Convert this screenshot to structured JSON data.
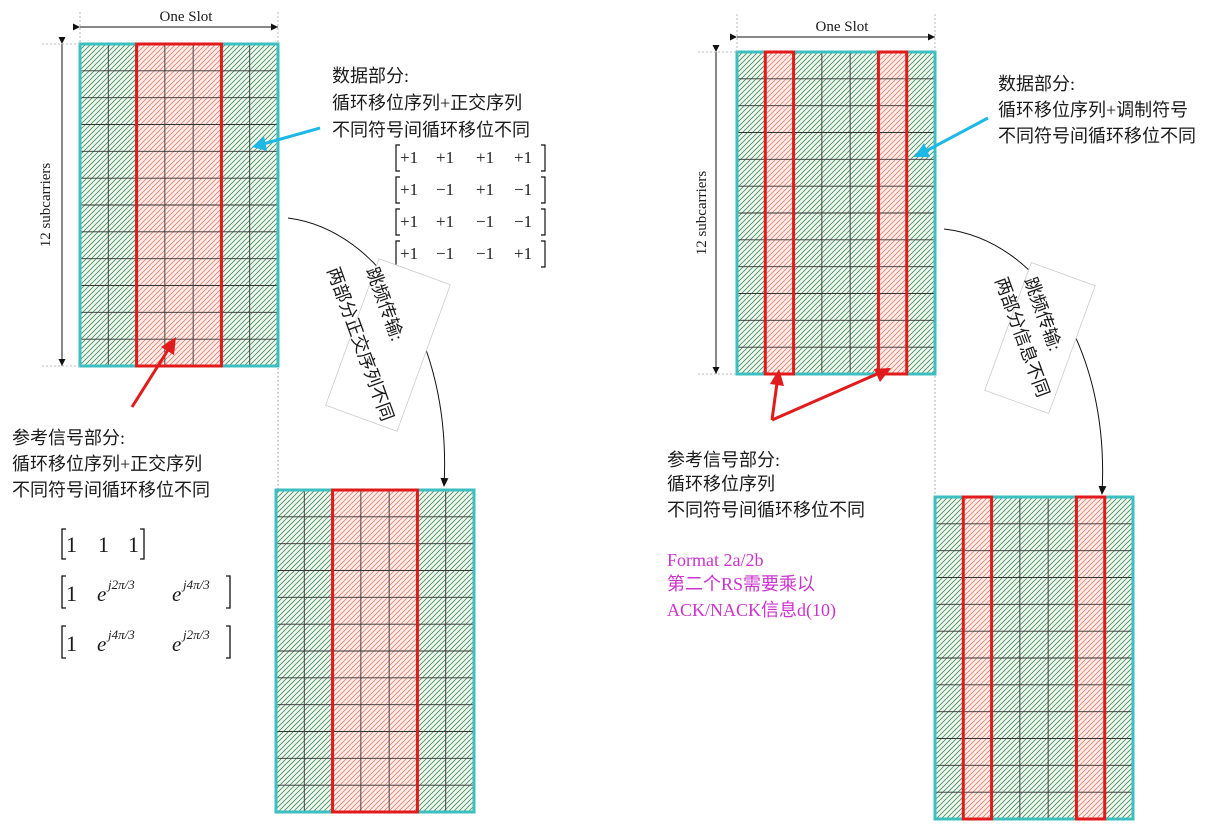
{
  "colors": {
    "frame": "#3cbfc0",
    "rs_border": "#e11b1b",
    "data_hatch": "#3f8f57",
    "rs_hatch": "#e37e6f",
    "arrow_blue": "#1db8e6",
    "arrow_red": "#e11b1b",
    "magenta_text": "#cc33cc"
  },
  "left": {
    "slot_label": "One Slot",
    "subcarrier_label": "12 subcarriers",
    "data_text": [
      "数据部分:",
      "循环移位序列+正交序列",
      "不同符号间循环移位不同"
    ],
    "data_matrix": [
      [
        "+1",
        "+1",
        "+1",
        "+1"
      ],
      [
        "+1",
        "−1",
        "+1",
        "−1"
      ],
      [
        "+1",
        "+1",
        "−1",
        "−1"
      ],
      [
        "+1",
        "−1",
        "−1",
        "+1"
      ]
    ],
    "hop_text": [
      "跳频传输:",
      "两部分正交序列不同"
    ],
    "rs_text": [
      "参考信号部分:",
      "循环移位序列+正交序列",
      "不同符号间循环移位不同"
    ],
    "rs_row1": [
      "1",
      "1",
      "1"
    ],
    "rs_row2": {
      "a": "1",
      "e1": "e",
      "s1": "j2π/3",
      "e2": "e",
      "s2": "j4π/3"
    },
    "rs_row3": {
      "a": "1",
      "e1": "e",
      "s1": "j4π/3",
      "e2": "e",
      "s2": "j2π/3"
    }
  },
  "right": {
    "slot_label": "One Slot",
    "subcarrier_label": "12 subcarriers",
    "data_text": [
      "数据部分:",
      "循环移位序列+调制符号",
      "不同符号间循环移位不同"
    ],
    "hop_text": [
      "跳频传输:",
      "两部分信息不同"
    ],
    "rs_text": [
      "参考信号部分:",
      "循环移位序列",
      "不同符号间循环移位不同"
    ],
    "format_text": [
      "Format 2a/2b",
      "第二个RS需要乘以",
      "ACK/NACK信息d(10)"
    ]
  }
}
